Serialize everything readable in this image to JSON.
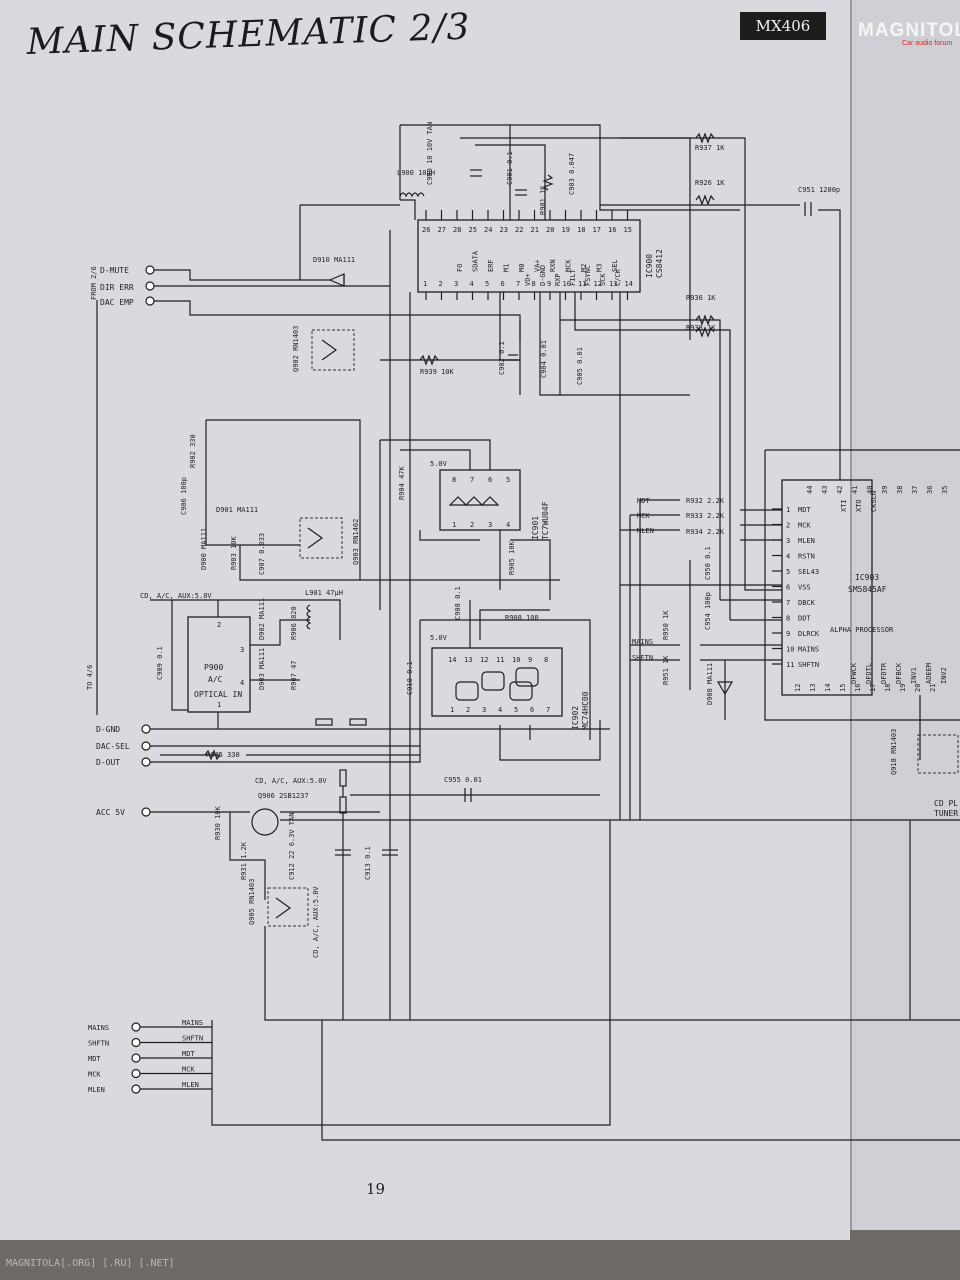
{
  "page": {
    "title": "MAIN SCHEMATIC 2/3",
    "model": "MX406",
    "page_number": "19"
  },
  "watermark": {
    "brand": "MAGNITOLA",
    "sub": "Car audio forum",
    "footer": "MAGNITOLA[.ORG] [.RU] [.NET]"
  },
  "connectors_left": {
    "from_label": "FROM 2/6",
    "d_mute": "D-MUTE",
    "dir_err": "DIR ERR",
    "dac_emp": "DAC EMP",
    "to_label": "TO 4/6",
    "d_gnd": "D-GND",
    "dac_sel": "DAC-SEL",
    "d_out": "D-OUT",
    "acc_5v": "ACC 5V"
  },
  "bottom_bus": {
    "left": [
      "MAINS",
      "SHFTN",
      "MDT",
      "MCK",
      "MLEN"
    ],
    "tags": [
      "MAINS",
      "SHFTN",
      "MDT",
      "MCK",
      "MLEN"
    ]
  },
  "ic900": {
    "name": "IC900",
    "part": "CS8412",
    "top_pins": [
      "26",
      "27",
      "28",
      "25",
      "24",
      "23",
      "22",
      "21",
      "20",
      "19",
      "18",
      "17",
      "16",
      "15"
    ],
    "top_names": [
      "FO",
      "SDATA",
      "ERF",
      "M1",
      "M0",
      "VA+",
      "RXN",
      "MCK",
      "M2",
      "M3",
      "SEL"
    ],
    "bottom_pins": [
      "1",
      "2",
      "3",
      "4",
      "5",
      "6",
      "7",
      "8",
      "9",
      "10",
      "11",
      "12",
      "13",
      "14"
    ],
    "bottom_names": [
      "VD+",
      "D-GND",
      "RXP",
      "FILT",
      "FSYNC",
      "SCK",
      "C/CK"
    ]
  },
  "ic901": {
    "name": "IC901",
    "part": "TC7WU04F",
    "supply": "5.0V",
    "pins_top": [
      "8",
      "7",
      "6",
      "5"
    ],
    "pins_bottom": [
      "1",
      "2",
      "3",
      "4"
    ]
  },
  "ic902": {
    "name": "IC902",
    "part": "MC74HC00",
    "supply": "5.0V",
    "pins_top": [
      "14",
      "13",
      "12",
      "11",
      "10",
      "9",
      "8"
    ],
    "pins_bottom": [
      "1",
      "2",
      "3",
      "4",
      "5",
      "6",
      "7"
    ]
  },
  "ic903": {
    "name": "IC903",
    "part": "SM5845AF",
    "desc": "ALPHA PROCESSOR",
    "left_pins": [
      {
        "n": "1",
        "s": "MDT"
      },
      {
        "n": "2",
        "s": "MCK"
      },
      {
        "n": "3",
        "s": "MLEN"
      },
      {
        "n": "4",
        "s": "RSTN"
      },
      {
        "n": "5",
        "s": "SEL43"
      },
      {
        "n": "6",
        "s": "VSS"
      },
      {
        "n": "7",
        "s": "DBCK"
      },
      {
        "n": "8",
        "s": "DDT"
      },
      {
        "n": "9",
        "s": "DLRCK"
      },
      {
        "n": "10",
        "s": "MAINS"
      },
      {
        "n": "11",
        "s": "SHFTN"
      }
    ],
    "top_pins": [
      "44",
      "43",
      "42",
      "41",
      "40",
      "39",
      "38",
      "37",
      "36",
      "35"
    ],
    "top_names": [
      "XTI",
      "XTO",
      "CKSLN"
    ],
    "bottom_pins": [
      "12",
      "13",
      "14",
      "15",
      "16",
      "17",
      "18",
      "19",
      "20",
      "21"
    ],
    "bottom_names": [
      "DFWCK",
      "DFDTL",
      "DFDTR",
      "DFBCK",
      "INV1",
      "ADEEM",
      "INV2"
    ]
  },
  "optical": {
    "name": "P900",
    "l1": "A/C",
    "l2": "OPTICAL IN",
    "pins": [
      "2",
      "3",
      "4",
      "1"
    ]
  },
  "resistors": {
    "r937": "R937 1K",
    "r926": "R926 1K",
    "r936": "R936 1K",
    "r938": "R938 1K",
    "r939": "R939 10K",
    "r901": "R901 1K",
    "r902": "R902 330",
    "r903": "R903 10K",
    "r904": "R904 47K",
    "r905": "R905 10K",
    "r906": "R906 820",
    "r907": "R907 47",
    "r908": "R908 100",
    "r932": "R932 2.2K",
    "r933": "R933 2.2K",
    "r934": "R934 2.2K",
    "r950": "R950 1K",
    "r951": "R951 1K",
    "r945": "R945 330",
    "r930": "R930 10K",
    "r931": "R931 1.2K"
  },
  "capacitors": {
    "c900": "C900 10 10V TAN",
    "c901": "C901 0.1",
    "c903": "C903 0.047",
    "c951": "C951 1200p",
    "c902": "C902 0.1",
    "c904": "C904 0.01",
    "c905": "C905 0.01",
    "c906": "C906 100p",
    "c907": "C907 0.033",
    "c908": "C908 0.1",
    "c909": "C909 0.1",
    "c910": "C910 0.1",
    "c950": "C950 0.1",
    "c954": "C954 100p",
    "c955": "C955 0.01",
    "c912": "C912 22 6.3V TAN",
    "c913": "C913 0.1"
  },
  "inductors": {
    "l900": "L900 10µH",
    "l901": "L901 47µH"
  },
  "diodes": {
    "d910": "D910 MA111",
    "d901": "D901 MA111",
    "d900": "D900 MA111",
    "d902": "D902 MA111",
    "d903": "D903 MA111",
    "d908": "D908 MA111"
  },
  "transistors": {
    "q902": "Q902 RN1403",
    "q903": "Q903 RN1402",
    "q905": "Q905 RN1403",
    "q906": "Q906 2SB1237",
    "q918": "Q918 RN1403"
  },
  "supplies": {
    "cd_aux_1": "CD, A/C, AUX:5.0V",
    "cd_aux_2": "CD, A/C, AUX:5.0V",
    "cd_aux_3": "CD, A/C, AUX:5.0V"
  },
  "right_edge": {
    "cd_pl": "CD PL",
    "tuner": "TUNER"
  }
}
